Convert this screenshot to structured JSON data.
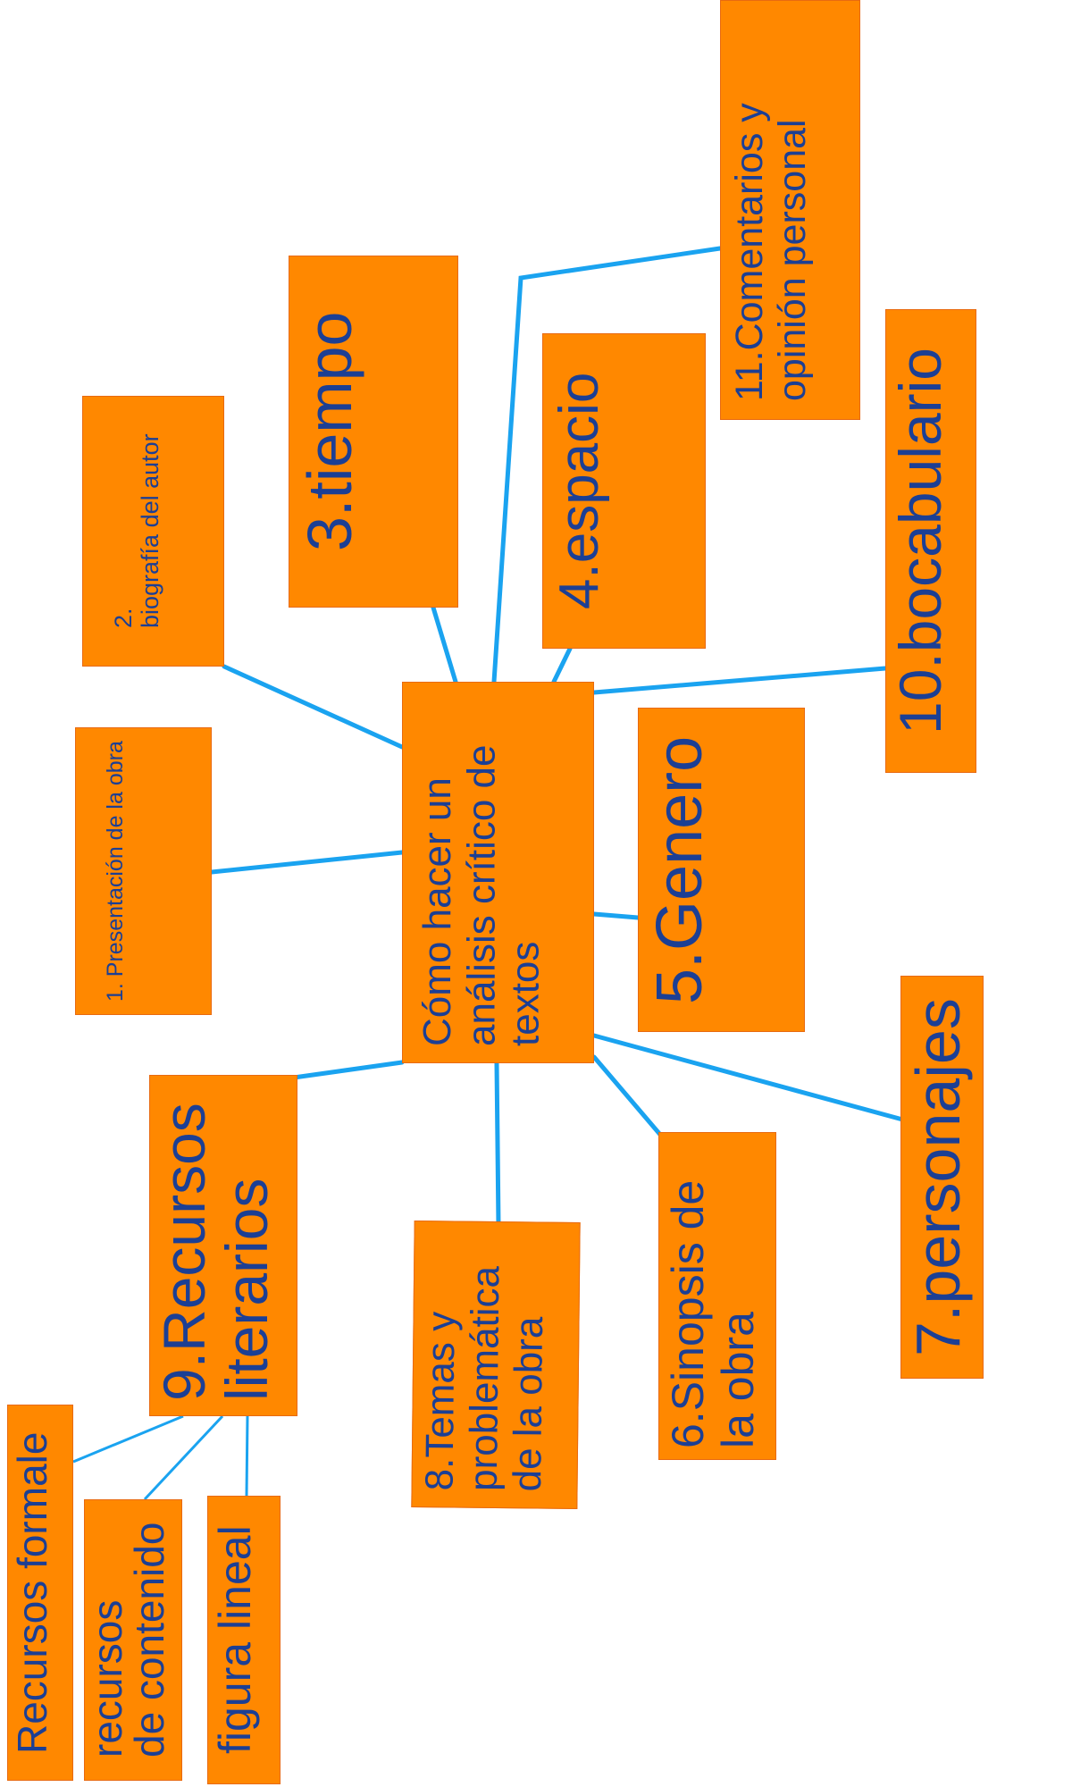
{
  "diagram": {
    "type": "mind-map",
    "colors": {
      "node_fill": "#ff8800",
      "node_border": "#e86a10",
      "text": "#1c3f94",
      "link": "#1aa3f0"
    },
    "central": "Cómo hacer un análisis crítico de textos",
    "nodes": {
      "n1": "1. Presentación de la obra",
      "n2": "2.\nbiografía del autor",
      "n3": "3.tiempo",
      "n4": "4.espacio",
      "n5": "5.Genero",
      "n6": "6.Sinopsis de la obra",
      "n7": "7.personajes",
      "n8": "8.Temas y problemática de la obra",
      "n9": "9.Recursos literarios",
      "n10": "10.bocabulario",
      "n11": "11.Comentarios y opinión personal",
      "s1": "Recursos formale",
      "s2": "recursos\nde contenido",
      "s3": "figura lineal"
    }
  }
}
